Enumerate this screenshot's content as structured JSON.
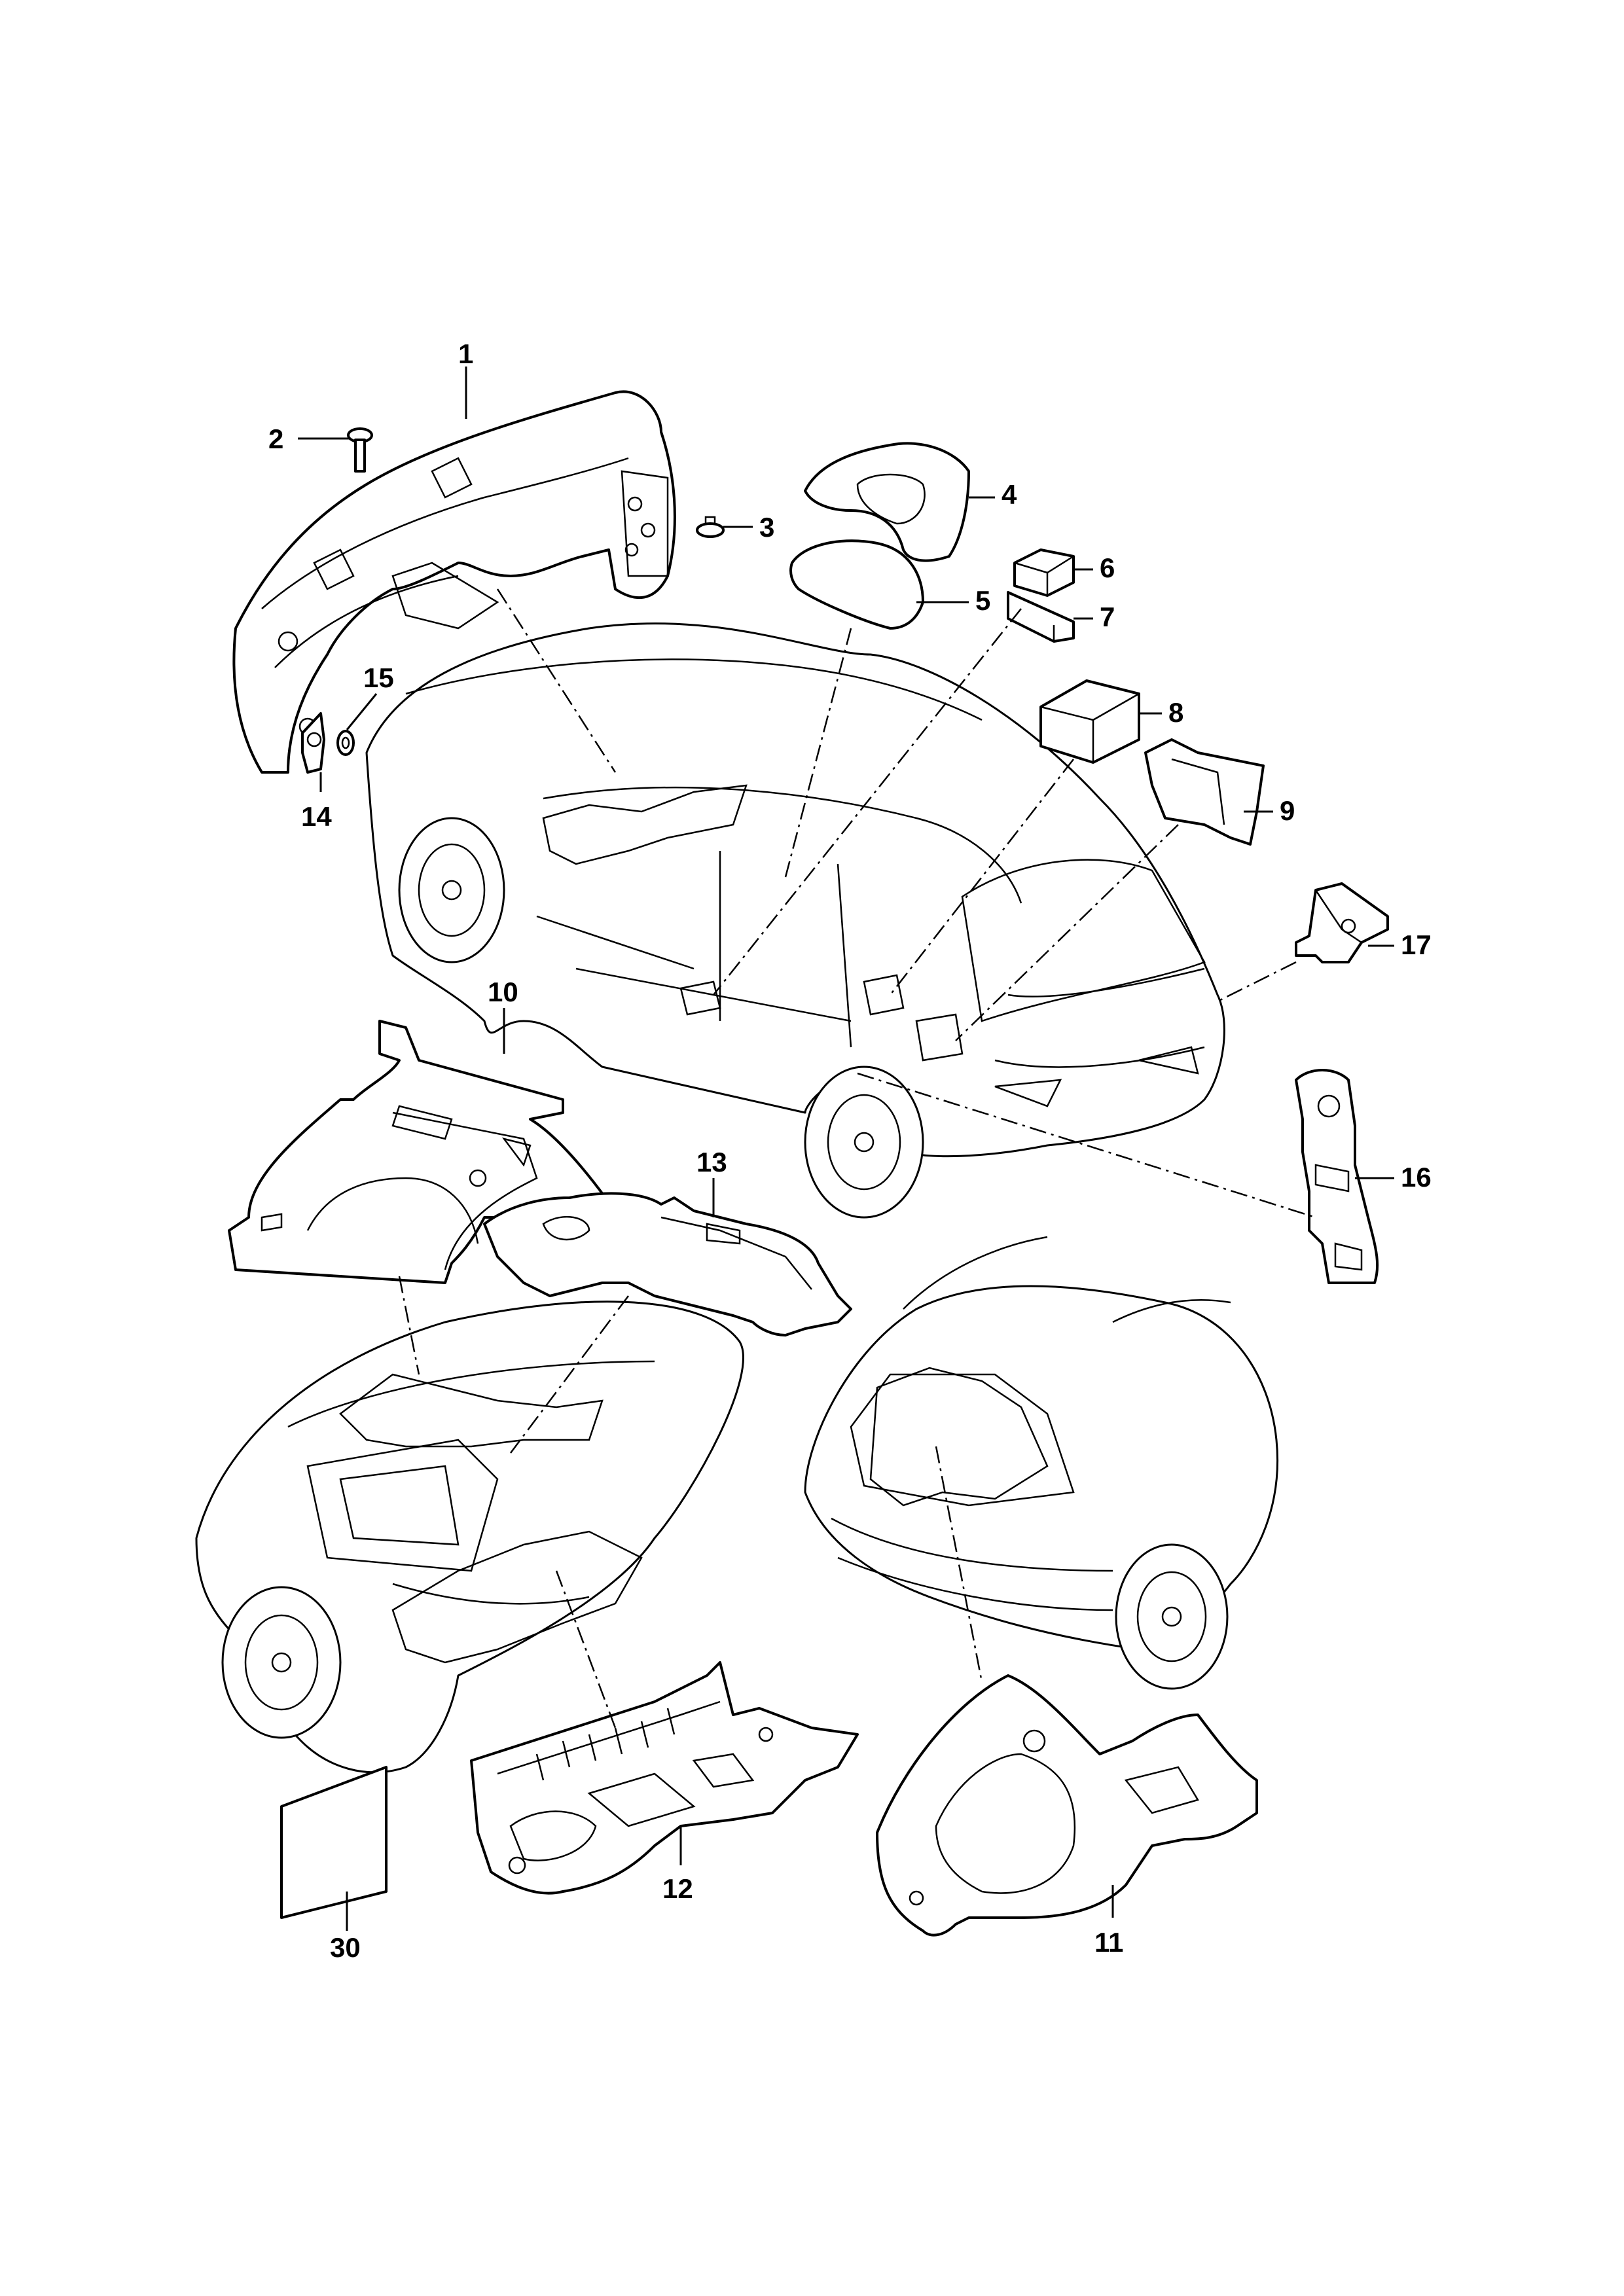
{
  "callouts": [
    {
      "id": "c1",
      "label": "1"
    },
    {
      "id": "c2",
      "label": "2"
    },
    {
      "id": "c3",
      "label": "3"
    },
    {
      "id": "c4",
      "label": "4"
    },
    {
      "id": "c5",
      "label": "5"
    },
    {
      "id": "c6",
      "label": "6"
    },
    {
      "id": "c7",
      "label": "7"
    },
    {
      "id": "c8",
      "label": "8"
    },
    {
      "id": "c9",
      "label": "9"
    },
    {
      "id": "c10",
      "label": "10"
    },
    {
      "id": "c11",
      "label": "11"
    },
    {
      "id": "c12",
      "label": "12"
    },
    {
      "id": "c13",
      "label": "13"
    },
    {
      "id": "c14",
      "label": "14"
    },
    {
      "id": "c15",
      "label": "15"
    },
    {
      "id": "c16",
      "label": "16"
    },
    {
      "id": "c17",
      "label": "17"
    },
    {
      "id": "c30",
      "label": "30"
    }
  ]
}
